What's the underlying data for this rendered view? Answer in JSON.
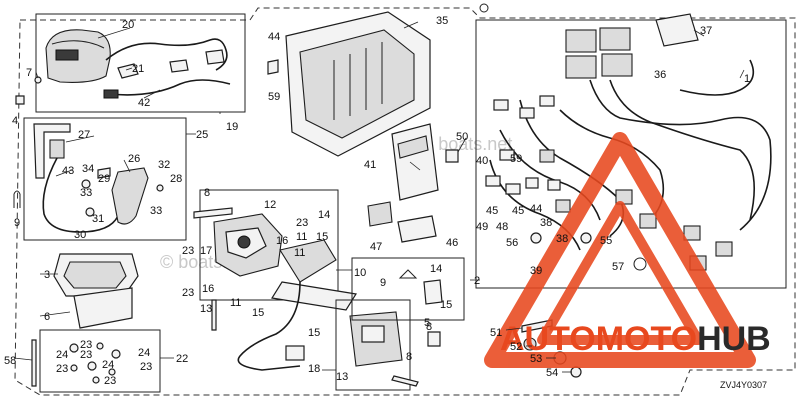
{
  "watermark": "© boats.net",
  "logo": {
    "part1": "AUTOMOTO",
    "part2": "HUB",
    "accent_color": "#e8481e",
    "dark_color": "#2a2a2a"
  },
  "diagram_code": "ZVJ4Y0307",
  "callouts": {
    "c1": "1",
    "c2": "2",
    "c3": "3",
    "c4": "4",
    "c5": "5",
    "c6": "6",
    "c7": "7",
    "c8a": "8",
    "c8b": "8",
    "c8c": "8",
    "c9a": "9",
    "c9b": "9",
    "c10": "10",
    "c11a": "11",
    "c11b": "11",
    "c11c": "11",
    "c12": "12",
    "c13a": "13",
    "c13b": "13",
    "c14a": "14",
    "c14b": "14",
    "c15a": "15",
    "c15b": "15",
    "c15c": "15",
    "c15d": "15",
    "c16a": "16",
    "c16b": "16",
    "c17": "17",
    "c18": "18",
    "c19": "19",
    "c20": "20",
    "c21": "21",
    "c22": "22",
    "c23a": "23",
    "c23b": "23",
    "c23c": "23",
    "c23d": "23",
    "c23e": "23",
    "c23f": "23",
    "c23g": "23",
    "c24a": "24",
    "c24b": "24",
    "c24c": "24",
    "c25": "25",
    "c26": "26",
    "c27": "27",
    "c28": "28",
    "c29": "29",
    "c30": "30",
    "c31": "31",
    "c32": "32",
    "c33": "33",
    "c34": "34",
    "c35": "35",
    "c36": "36",
    "c37": "37",
    "c38a": "38",
    "c38b": "38",
    "c39": "39",
    "c40": "40",
    "c41": "41",
    "c42": "42",
    "c43": "43",
    "c44a": "44",
    "c44b": "44",
    "c45a": "45",
    "c45b": "45",
    "c46": "46",
    "c47": "47",
    "c48": "48",
    "c49": "49",
    "c50": "50",
    "c51": "51",
    "c52": "52",
    "c53": "53",
    "c54": "54",
    "c55": "55",
    "c56": "56",
    "c57": "57",
    "c58": "58",
    "c59a": "59",
    "c59b": "59"
  }
}
